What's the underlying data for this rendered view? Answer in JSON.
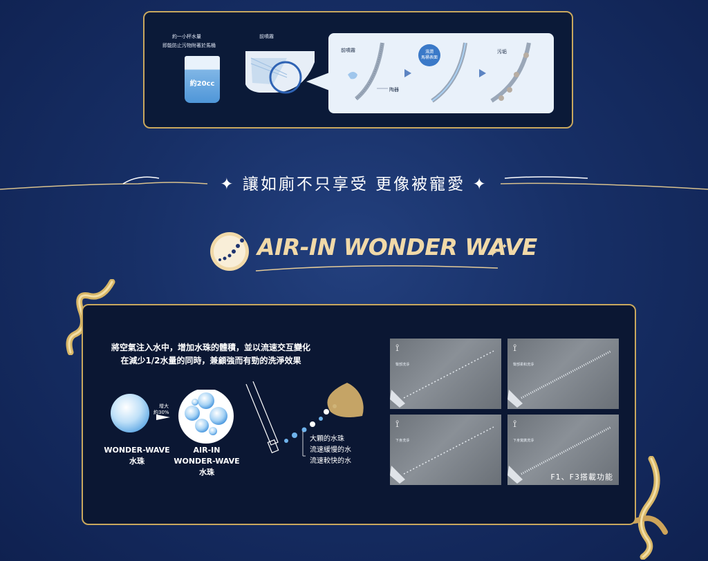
{
  "top": {
    "note_line1": "約一小杯水量",
    "note_line2": "即能防止污物附著於馬桶",
    "cup_label": "約20cc",
    "spray_label": "前噴霧",
    "step1_label": "前噴霧",
    "ceramic_label": "陶器",
    "bubble_text": "濕潤\n馬桶表面",
    "dirt_label": "污垢"
  },
  "banner": {
    "text": "讓如廁不只享受 更像被寵愛"
  },
  "title": {
    "text": "AIR-IN WONDER WAVE"
  },
  "main": {
    "desc_line1": "將空氣注入水中，增加水珠的體積，並以流速交互變化",
    "desc_line2": "在減少1/2水量的同時，兼顧強而有勁的洗淨效果",
    "increase_line1": "增大",
    "increase_line2": "約30%",
    "ww_caption_line1": "WONDER-WAVE",
    "ww_caption_line2": "水珠",
    "airin_caption_line1": "AIR-IN",
    "airin_caption_line2": "WONDER-WAVE",
    "airin_caption_line3": "水珠",
    "legend": [
      "大顆的水珠",
      "流速緩慢的水",
      "流速較快的水"
    ],
    "photos": [
      {
        "label": "臀部洗淨"
      },
      {
        "label": "臀部柔和洗淨"
      },
      {
        "label": "下身洗淨"
      },
      {
        "label": "下身寬廣洗淨"
      }
    ],
    "feature_label": "F1、F3搭載功能"
  },
  "colors": {
    "gold": "#c9a85e",
    "title_gold": "#f1d9a8",
    "navy": "#0b1733",
    "blue_water": "#4f96d8"
  }
}
